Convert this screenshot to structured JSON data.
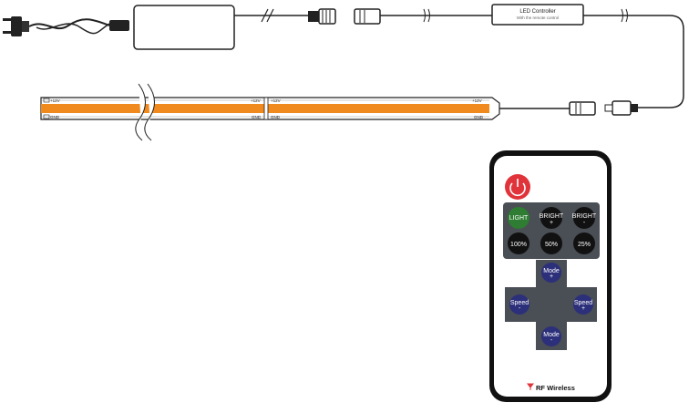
{
  "controller": {
    "title": "LED Controller",
    "subtitle": "With the remote control"
  },
  "strip": {
    "label_positive": "+12V",
    "label_ground": "GND",
    "strip_color": "#f08a1e"
  },
  "remote": {
    "buttons": {
      "light": "LIGHT",
      "bright_up": "BRIGHT",
      "bright_up_sign": "+",
      "bright_down": "BRIGHT",
      "bright_down_sign": "-",
      "pct100": "100%",
      "pct50": "50%",
      "pct25": "25%",
      "mode_up": "Mode",
      "mode_up_sign": "+",
      "speed_left": "Speed",
      "speed_left_sign": "-",
      "speed_right": "Speed",
      "speed_right_sign": "+",
      "mode_down": "Mode",
      "mode_down_sign": "-"
    },
    "footer": "RF Wireless",
    "colors": {
      "power": "#e0343a",
      "light": "#2e7d32",
      "dpad_button": "#2c2f7a",
      "panel": "#4a4e55"
    }
  }
}
